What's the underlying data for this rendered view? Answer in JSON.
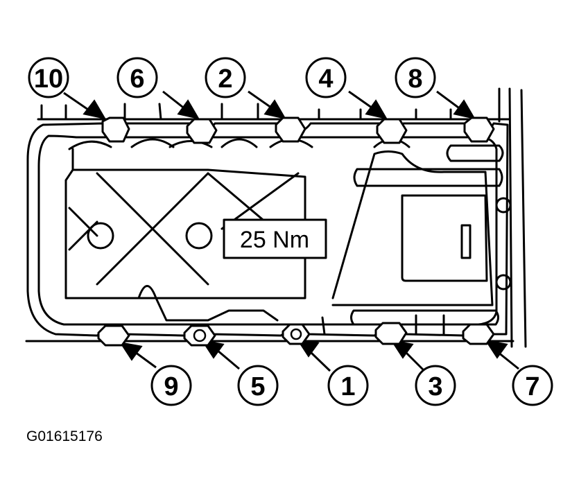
{
  "figure": {
    "torque_label": "25 Nm",
    "figure_id": "G01615176"
  },
  "bolts": {
    "top": [
      "10",
      "6",
      "2",
      "4",
      "8"
    ],
    "bottom": [
      "9",
      "5",
      "1",
      "3",
      "7"
    ]
  },
  "colors": {
    "ink": "#000000",
    "paper": "#ffffff"
  }
}
